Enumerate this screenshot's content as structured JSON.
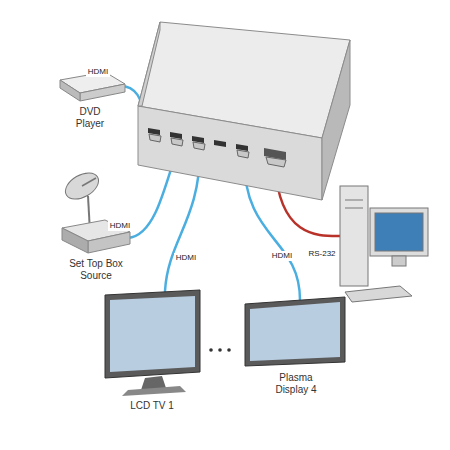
{
  "diagram": {
    "nodes": [
      {
        "text": [
          "DVD Player"
        ]
      },
      {
        "text": [
          "Set Top Box Source"
        ]
      },
      {
        "text": [
          "LCD TV 1"
        ]
      },
      {
        "text": [
          "Plasma Display 4"
        ]
      }
    ],
    "labels": [
      "HDMI",
      "HDMI",
      "HDMI",
      "HDMI",
      "RS-232"
    ]
  }
}
